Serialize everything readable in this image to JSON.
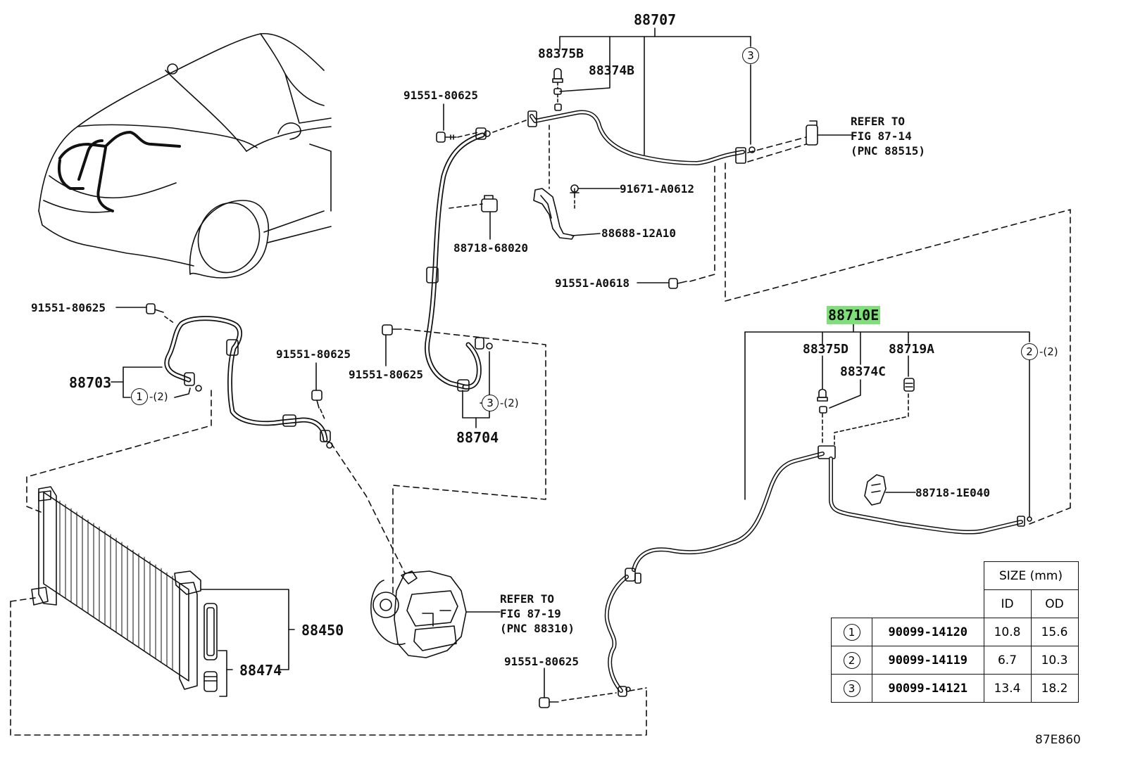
{
  "diagram_code": "87E860",
  "parts": {
    "p88707": "88707",
    "p88375B": "88375B",
    "p88374B": "88374B",
    "p91551_80625_top": "91551-80625",
    "p91671": "91671-A0612",
    "p88688": "88688-12A10",
    "p88718_68020": "88718-68020",
    "p91551_A0618": "91551-A0618",
    "p91551_80625_left": "91551-80625",
    "p88703": "88703",
    "p91551_80625_mid": "91551-80625",
    "p91551_80625_center": "91551-80625",
    "p88704": "88704",
    "p88710E": "88710E",
    "p88375D": "88375D",
    "p88719A": "88719A",
    "p88374C": "88374C",
    "p88718_1E040": "88718-1E040",
    "p88450": "88450",
    "p88474": "88474",
    "p91551_80625_bottom": "91551-80625"
  },
  "refs": {
    "ref_top": {
      "line1": "REFER TO",
      "line2": "FIG 87-14",
      "line3": "(PNC 88515)"
    },
    "ref_compressor": {
      "line1": "REFER TO",
      "line2": "FIG 87-19",
      "line3": "(PNC 88310)"
    }
  },
  "callouts": {
    "c3_top": "3",
    "c1_left": "1",
    "c1_left_suffix": "-(2)",
    "c3_mid": "3",
    "c3_mid_suffix": "-(2)",
    "c2_right": "2",
    "c2_right_suffix": "-(2)"
  },
  "size_table": {
    "header_size": "SIZE (mm)",
    "header_id": "ID",
    "header_od": "OD",
    "rows": [
      {
        "num": "1",
        "part": "90099-14120",
        "id": "10.8",
        "od": "15.6"
      },
      {
        "num": "2",
        "part": "90099-14119",
        "id": "6.7",
        "od": "10.3"
      },
      {
        "num": "3",
        "part": "90099-14121",
        "id": "13.4",
        "od": "18.2"
      }
    ]
  },
  "highlight_color": "#7fe07a"
}
